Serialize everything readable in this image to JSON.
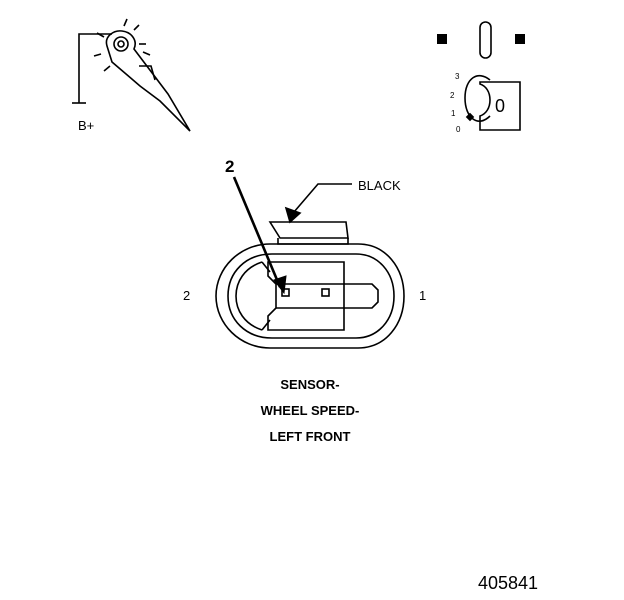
{
  "labels": {
    "b_plus": "B+",
    "wire_color": "BLACK",
    "pin_callout": "2",
    "side_left": "2",
    "side_right": "1",
    "caption": [
      "SENSOR-",
      "WHEEL SPEED-",
      "LEFT FRONT"
    ],
    "figure_number": "405841"
  },
  "ignition_key": {
    "positions": [
      "3",
      "2",
      "1",
      "0"
    ],
    "current": "0"
  },
  "icons": {
    "test_light": "test-light-probe-icon",
    "ignition": "ignition-key-icon",
    "connector": "connector-face-icon"
  }
}
